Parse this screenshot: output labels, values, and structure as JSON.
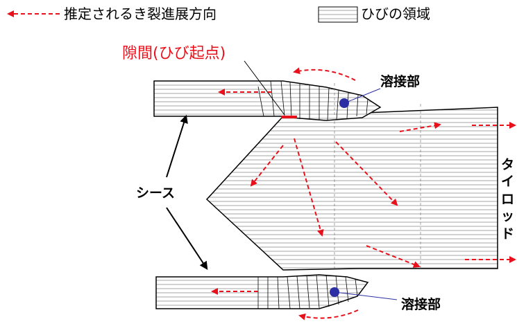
{
  "legend": {
    "crack_direction_label": "推定されるき裂進展方向",
    "crack_area_label": "ひびの領域"
  },
  "labels": {
    "gap_origin": "隙間(ひび起点)",
    "weld_top": "溶接部",
    "weld_bottom": "溶接部",
    "sheath": "シース",
    "tie_rod_chars": [
      "タ",
      "イ",
      "ロ",
      "ッ",
      "ド"
    ]
  },
  "colors": {
    "arrow_red": "#e8101a",
    "weld_dot": "#2b2fa3",
    "hatch_line": "#9a9a9a",
    "outline": "#000000",
    "gap_text": "#e8101a"
  }
}
